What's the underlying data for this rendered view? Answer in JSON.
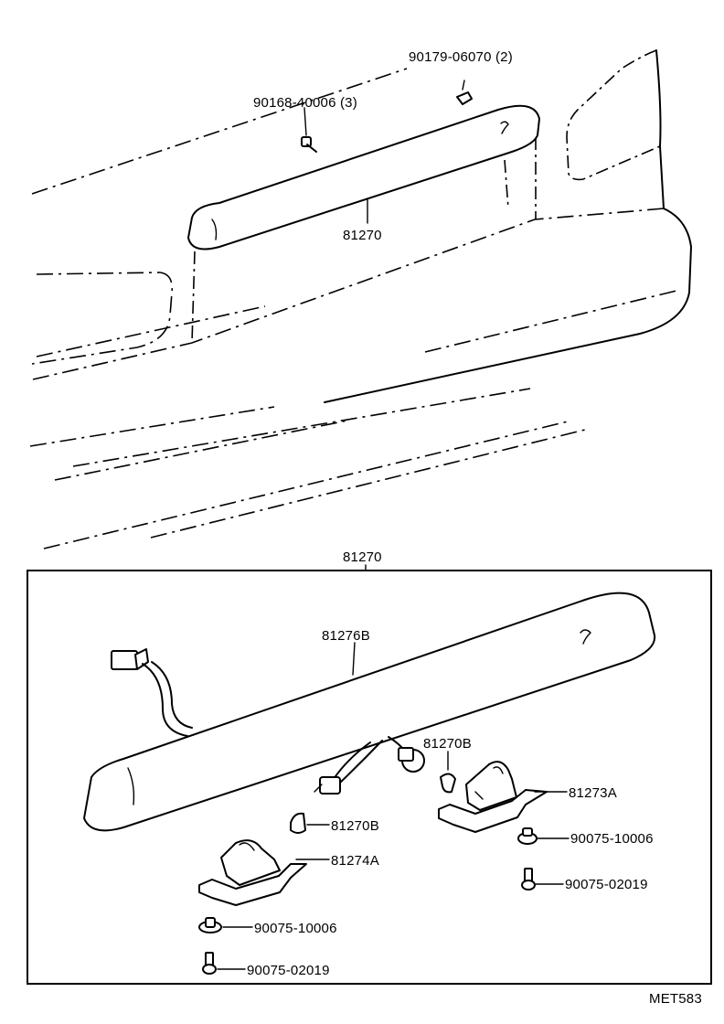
{
  "diagram_code": "MET583",
  "upper_view": {
    "labels": {
      "screw_small": "90179-06070 (2)",
      "screw_large": "90168-40006 (3)",
      "lamp_assy": "81270"
    }
  },
  "exploded_view": {
    "box_label": "81270",
    "labels": {
      "cover": "81276B",
      "bulb_right": "81270B",
      "lamp_right": "81273A",
      "bulb_left": "81270B",
      "lamp_left": "81274A",
      "grommet_right": "90075-10006",
      "screw_right": "90075-02019",
      "grommet_left": "90075-10006",
      "screw_left": "90075-02019"
    }
  }
}
